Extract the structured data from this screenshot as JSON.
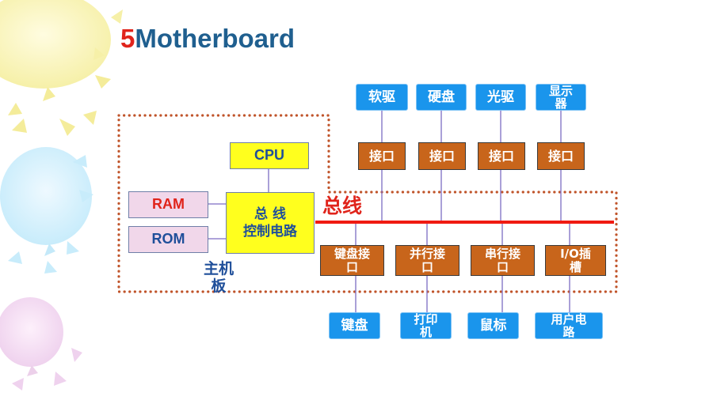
{
  "slide": {
    "title_number": "5",
    "title_text": "Motherboard"
  },
  "diagram": {
    "bus_label": "总线",
    "board_label": "主机板",
    "cpu": "CPU",
    "controller": "总 线\n控制电路",
    "ram": "RAM",
    "rom": "ROM",
    "top_devices": [
      "软驱",
      "硬盘",
      "光驱",
      "显示\n器"
    ],
    "top_interfaces": [
      "接口",
      "接口",
      "接口",
      "接口"
    ],
    "bottom_interfaces": [
      "键盘接\n口",
      "并行接\n口",
      "串行接\n口",
      "I/O插\n槽"
    ],
    "bottom_devices": [
      "键盘",
      "打印\n机",
      "鼠标",
      "用户电\n路"
    ]
  },
  "colors": {
    "title": "#1f5f8f",
    "title_number": "#e0241b",
    "bus": "#f01a12",
    "device": "#1a95ec",
    "interface": "#c8651b",
    "controller": "#ffff1e",
    "memory": "#f1d7ea",
    "dotted_border": "#c0542a"
  }
}
